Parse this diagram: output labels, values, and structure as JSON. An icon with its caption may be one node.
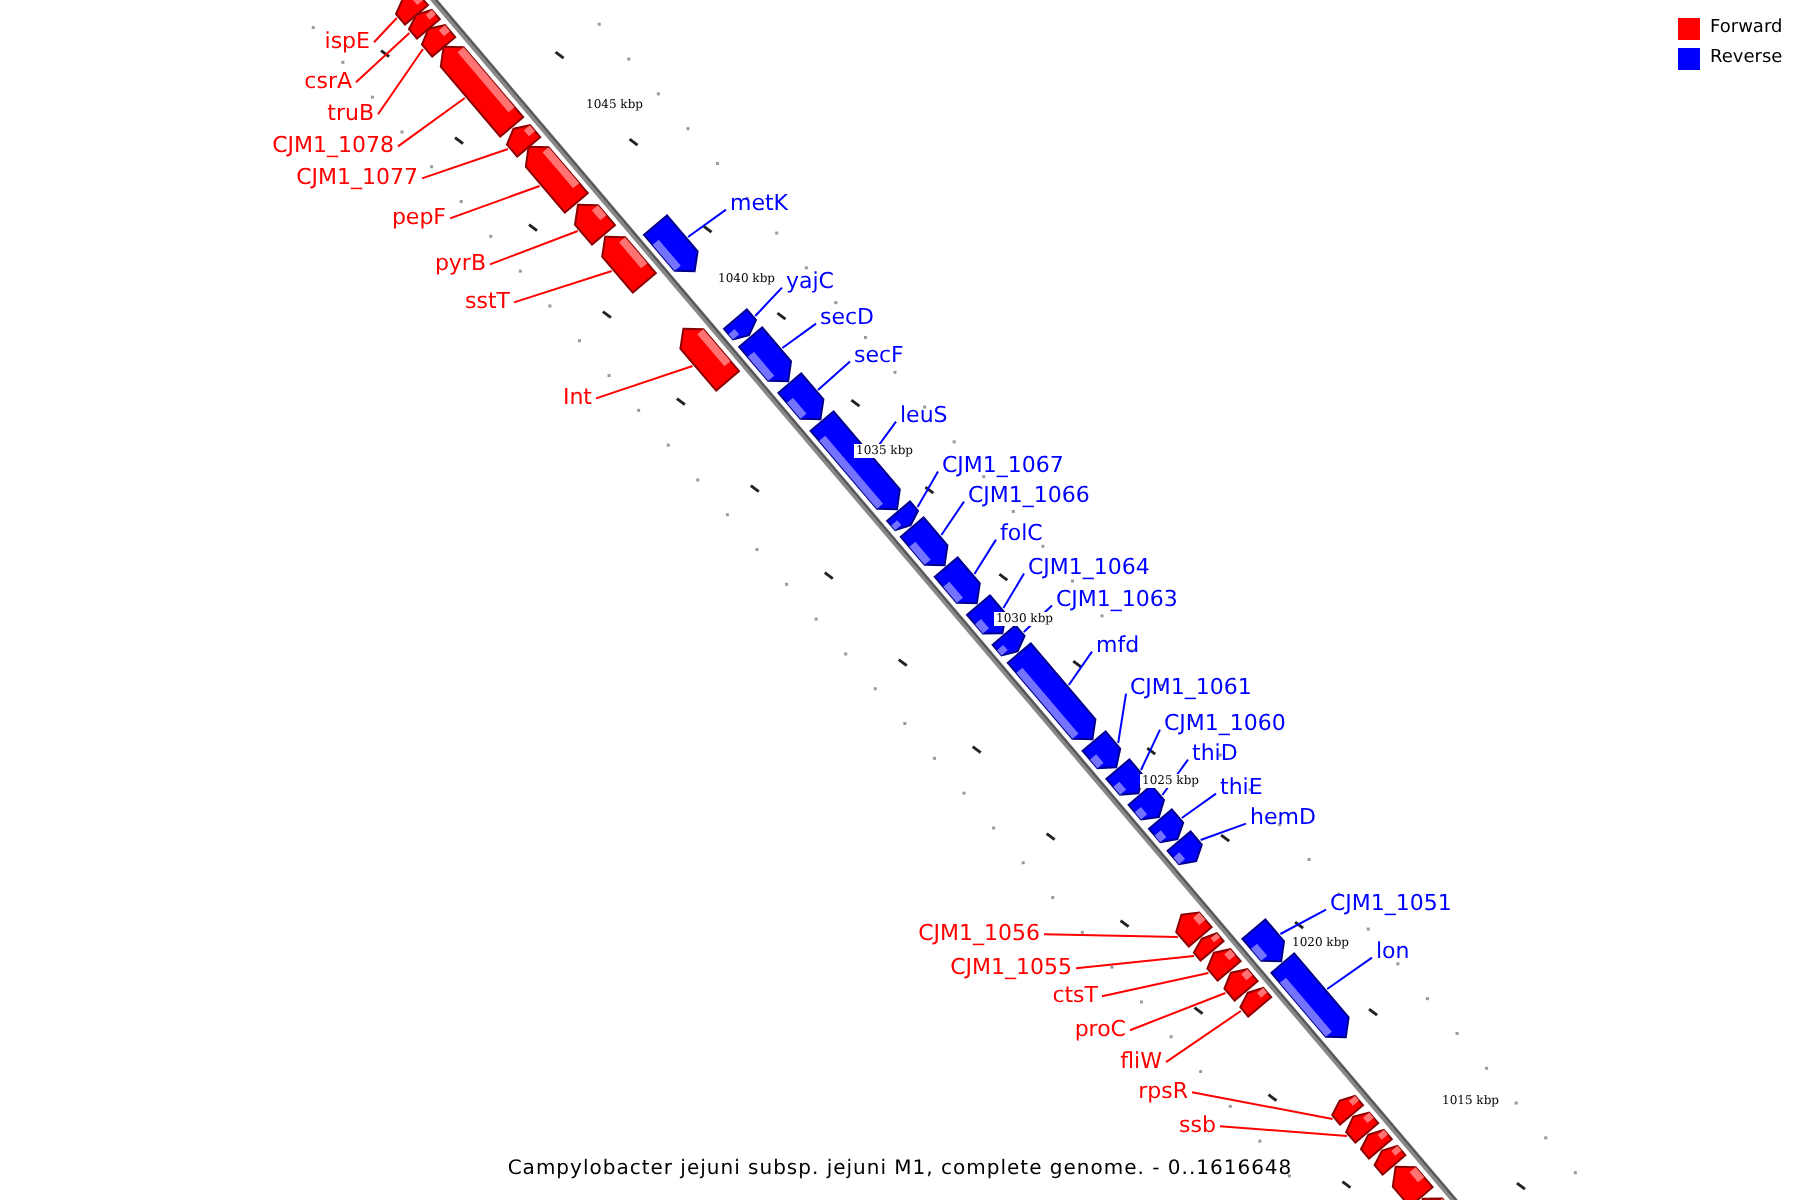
{
  "diagram": {
    "caption": "Campylobacter jejuni subsp. jejuni M1, complete genome. - 0..1616648",
    "nodes": [
      {
        "text": [
          "ispE"
        ]
      },
      {
        "text": [
          "csrA"
        ]
      },
      {
        "text": [
          "truB"
        ]
      },
      {
        "text": [
          "CJM1_1078"
        ]
      },
      {
        "text": [
          "CJM1_1077"
        ]
      },
      {
        "text": [
          "pepF"
        ]
      },
      {
        "text": [
          "pyrB"
        ]
      },
      {
        "text": [
          "sstT"
        ]
      },
      {
        "text": [
          "metK"
        ]
      },
      {
        "text": [
          "Int"
        ]
      },
      {
        "text": [
          "yajC"
        ]
      },
      {
        "text": [
          "secD"
        ]
      },
      {
        "text": [
          "secF"
        ]
      },
      {
        "text": [
          "leuS"
        ]
      },
      {
        "text": [
          "CJM1_1067"
        ]
      },
      {
        "text": [
          "CJM1_1066"
        ]
      },
      {
        "text": [
          "folC"
        ]
      },
      {
        "text": [
          "CJM1_1064"
        ]
      },
      {
        "text": [
          "CJM1_1063"
        ]
      },
      {
        "text": [
          "mfd"
        ]
      },
      {
        "text": [
          "CJM1_1061"
        ]
      },
      {
        "text": [
          "CJM1_1060"
        ]
      },
      {
        "text": [
          "thiD"
        ]
      },
      {
        "text": [
          "thiE"
        ]
      },
      {
        "text": [
          "hemD"
        ]
      },
      {
        "text": [
          "CJM1_1056"
        ]
      },
      {
        "text": [
          "CJM1_1055"
        ]
      },
      {
        "text": [
          "ctsT"
        ]
      },
      {
        "text": [
          "proC"
        ]
      },
      {
        "text": [
          "fliW"
        ]
      },
      {
        "text": [
          "CJM1_1051"
        ]
      },
      {
        "text": [
          "lon"
        ]
      },
      {
        "text": [
          "rpsR"
        ]
      },
      {
        "text": [
          "ssb"
        ]
      },
      {
        "text": [],
        "shape": "arrow"
      },
      {
        "text": [],
        "shape": "arrow"
      },
      {
        "text": [],
        "shape": "arrow"
      },
      {
        "text": [],
        "shape": "arrow"
      },
      {
        "text": [],
        "shape": "arrow"
      },
      {
        "text": [],
        "shape": "arrow"
      },
      {
        "text": [],
        "shape": "arrow"
      },
      {
        "text": [],
        "shape": "arrow"
      },
      {
        "text": [],
        "shape": "arrow"
      },
      {
        "text": [],
        "shape": "arrow"
      },
      {
        "text": [],
        "shape": "arrow"
      },
      {
        "text": [],
        "shape": "arrow"
      },
      {
        "text": [],
        "shape": "arrow"
      },
      {
        "text": [],
        "shape": "arrow"
      },
      {
        "text": [],
        "shape": "arrow"
      },
      {
        "text": [],
        "shape": "arrow"
      },
      {
        "text": [],
        "shape": "arrow"
      },
      {
        "text": [],
        "shape": "arrow"
      },
      {
        "text": [],
        "shape": "arrow"
      },
      {
        "text": [],
        "shape": "arrow"
      },
      {
        "text": [],
        "shape": "arrow"
      },
      {
        "text": [],
        "shape": "arrow"
      },
      {
        "text": [],
        "shape": "arrow"
      },
      {
        "text": [],
        "shape": "arrow"
      },
      {
        "text": [],
        "shape": "arrow"
      },
      {
        "text": [],
        "shape": "arrow"
      },
      {
        "text": [],
        "shape": "arrow"
      },
      {
        "text": [],
        "shape": "arrow"
      },
      {
        "text": [],
        "shape": "arrow"
      },
      {
        "text": [],
        "shape": "arrow"
      },
      {
        "text": [],
        "shape": "arrow"
      },
      {
        "text": [],
        "shape": "arrow"
      },
      {
        "text": [],
        "shape": "arrow"
      },
      {
        "text": [],
        "shape": "arrow"
      },
      {
        "text": [],
        "shape": "arrow"
      },
      {
        "text": [],
        "shape": "arrow"
      },
      {
        "text": [],
        "shape": "arrow"
      },
      {
        "text": [],
        "shape": "arrow"
      }
    ],
    "edges": [
      {
        "from": 0,
        "to": 34,
        "arrow": "none",
        "color": "#ff0000"
      },
      {
        "from": 1,
        "to": 35,
        "arrow": "none",
        "color": "#ff0000"
      },
      {
        "from": 2,
        "to": 36,
        "arrow": "none",
        "color": "#ff0000"
      },
      {
        "from": 3,
        "to": 37,
        "arrow": "none",
        "color": "#ff0000"
      },
      {
        "from": 4,
        "to": 38,
        "arrow": "none",
        "color": "#ff0000"
      },
      {
        "from": 5,
        "to": 39,
        "arrow": "none",
        "color": "#ff0000"
      },
      {
        "from": 6,
        "to": 40,
        "arrow": "none",
        "color": "#ff0000"
      },
      {
        "from": 7,
        "to": 41,
        "arrow": "none",
        "color": "#ff0000"
      },
      {
        "from": 8,
        "to": 42,
        "arrow": "none"
      },
      {
        "from": 9,
        "to": 43,
        "arrow": "none",
        "color": "#ff0000"
      },
      {
        "from": 10,
        "to": 44,
        "arrow": "none"
      },
      {
        "from": 11,
        "to": 45,
        "arrow": "none"
      },
      {
        "from": 12,
        "to": 46,
        "arrow": "none"
      },
      {
        "from": 13,
        "to": 47,
        "arrow": "none"
      },
      {
        "from": 14,
        "to": 48,
        "arrow": "none"
      },
      {
        "from": 15,
        "to": 49,
        "arrow": "none"
      },
      {
        "from": 16,
        "to": 50,
        "arrow": "none"
      },
      {
        "from": 17,
        "to": 51,
        "arrow": "none"
      },
      {
        "from": 18,
        "to": 52,
        "arrow": "none"
      },
      {
        "from": 19,
        "to": 53,
        "arrow": "none"
      },
      {
        "from": 20,
        "to": 54,
        "arrow": "none"
      },
      {
        "from": 21,
        "to": 55,
        "arrow": "none"
      },
      {
        "from": 22,
        "to": 56,
        "arrow": "none"
      },
      {
        "from": 23,
        "to": 57,
        "arrow": "none"
      },
      {
        "from": 24,
        "to": 58,
        "arrow": "none"
      },
      {
        "from": 25,
        "to": 59,
        "arrow": "none",
        "color": "#ff0000"
      },
      {
        "from": 26,
        "to": 60,
        "arrow": "none",
        "color": "#ff0000"
      },
      {
        "from": 27,
        "to": 61,
        "arrow": "none",
        "color": "#ff0000"
      },
      {
        "from": 28,
        "to": 62,
        "arrow": "none",
        "color": "#ff0000"
      },
      {
        "from": 29,
        "to": 63,
        "arrow": "none",
        "color": "#ff0000"
      },
      {
        "from": 30,
        "to": 64,
        "arrow": "none"
      },
      {
        "from": 31,
        "to": 65,
        "arrow": "none"
      },
      {
        "from": 32,
        "to": 66,
        "arrow": "none",
        "color": "#ff0000"
      },
      {
        "from": 33,
        "to": 67,
        "arrow": "none",
        "color": "#ff0000"
      }
    ],
    "labels": [
      "1045 kbp",
      "1040 kbp",
      "1035 kbp",
      "1030 kbp",
      "1025 kbp",
      "1020 kbp",
      "1015 kbp"
    ],
    "legend": [
      {
        "text": "Forward",
        "color": "#ff0000"
      },
      {
        "text": "Reverse",
        "color": "#0000ff"
      }
    ]
  }
}
